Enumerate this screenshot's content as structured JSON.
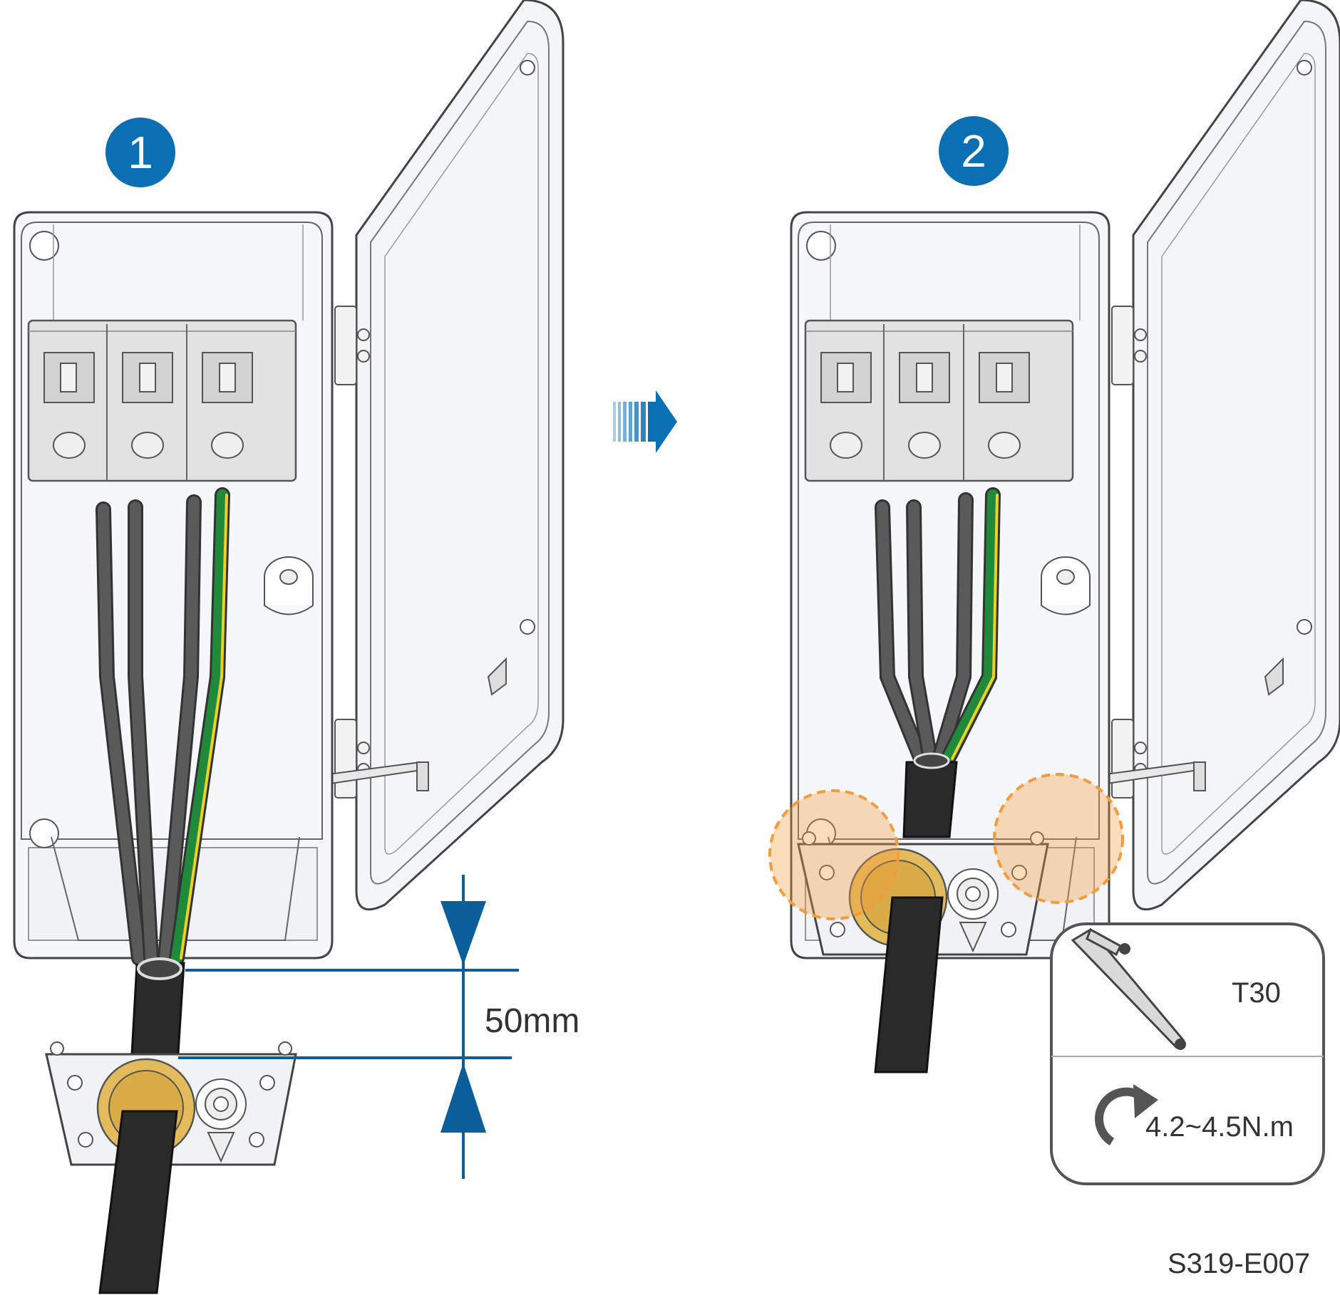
{
  "figure_id": "S319-E007",
  "steps": [
    {
      "number": "1"
    },
    {
      "number": "2"
    }
  ],
  "strip_length": "50mm",
  "tool": {
    "name": "T30",
    "icon": "torx-key-icon"
  },
  "torque": {
    "value": "4.2~4.5N.m",
    "icon": "rotate-clockwise-icon"
  },
  "colors": {
    "step_badge": "#0a6fb3",
    "dimension": "#0a5e9a",
    "highlight": "#f39c3c",
    "gland": "#e3bb5b",
    "ground_wire": "#1e8a3a",
    "ground_stripe": "#f0d020",
    "cable": "#2a2a2a",
    "phase_wire": "#5a5a5a"
  }
}
